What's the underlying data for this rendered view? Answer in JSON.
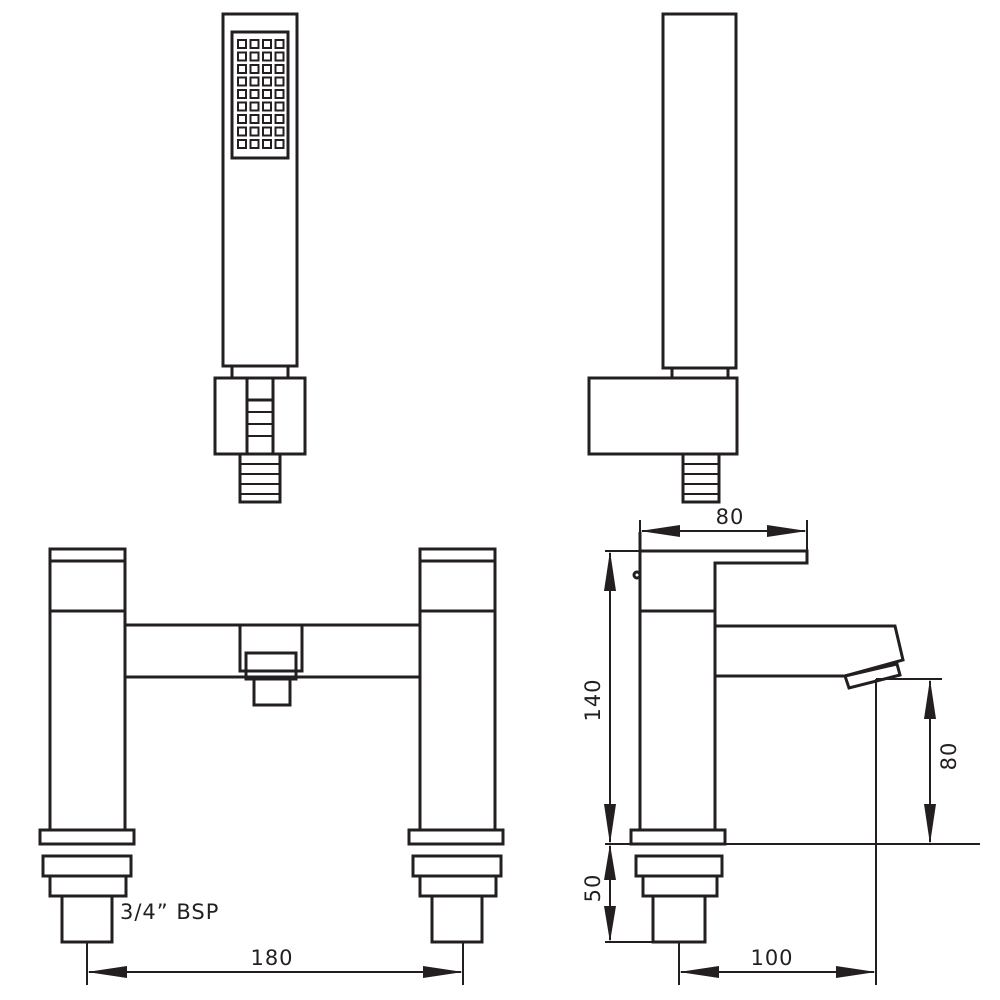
{
  "dimensions": {
    "spout_reach": "80",
    "overall_height": "140",
    "spout_height": "80",
    "tail_length": "50",
    "depth": "100",
    "centres": "180"
  },
  "annotations": {
    "connection": "3/4” BSP"
  }
}
